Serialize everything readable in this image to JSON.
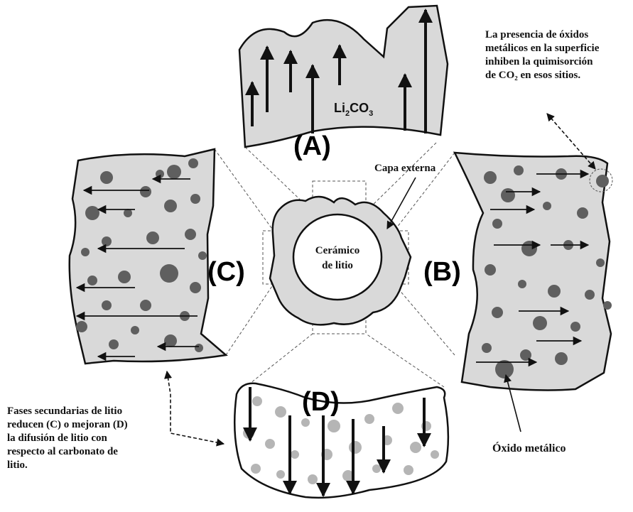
{
  "diagram": {
    "panel_labels": {
      "A": "(A)",
      "B": "(B)",
      "C": "(C)",
      "D": "(D)"
    },
    "compound_label": {
      "main": "Li",
      "sub1": "2",
      "mid": "CO",
      "sub2": "3"
    },
    "core_label": {
      "line1": "Cerámico",
      "line2": "de litio"
    },
    "outer_layer_label": "Capa externa",
    "metal_oxide_label": "Óxido metálico",
    "note_metal_oxides": "La presencia de óxidos\nmetálicos en la superficie\ninhiben la quimisorción\nde CO₂ en esos sitios.",
    "note_secondary_phases": "Fases secundarias de litio\nreducen (C) o mejoran (D)\nla difusión de litio con\nrespecto al carbonato de\nlitio.",
    "colors": {
      "fill_light": "#d9d9d9",
      "particle_dark": "#5f5f5f",
      "particle_light": "#b5b5b5",
      "outline": "#111111"
    }
  }
}
